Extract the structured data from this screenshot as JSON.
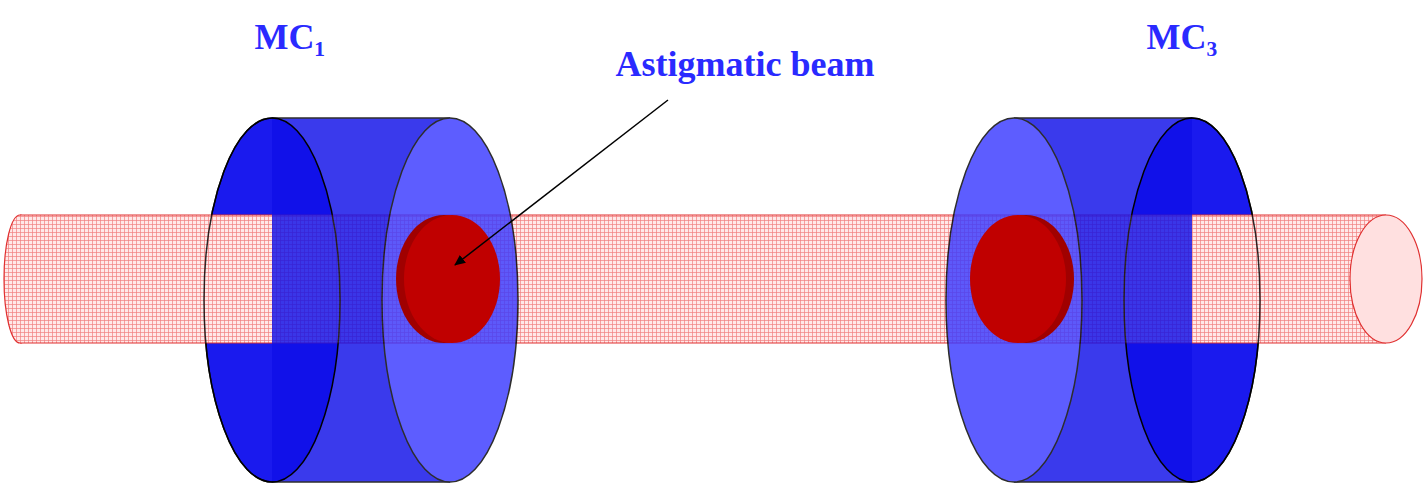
{
  "diagram": {
    "labels": [
      "MC₁",
      "MC₃",
      "Astigmatic beam"
    ]
  }
}
